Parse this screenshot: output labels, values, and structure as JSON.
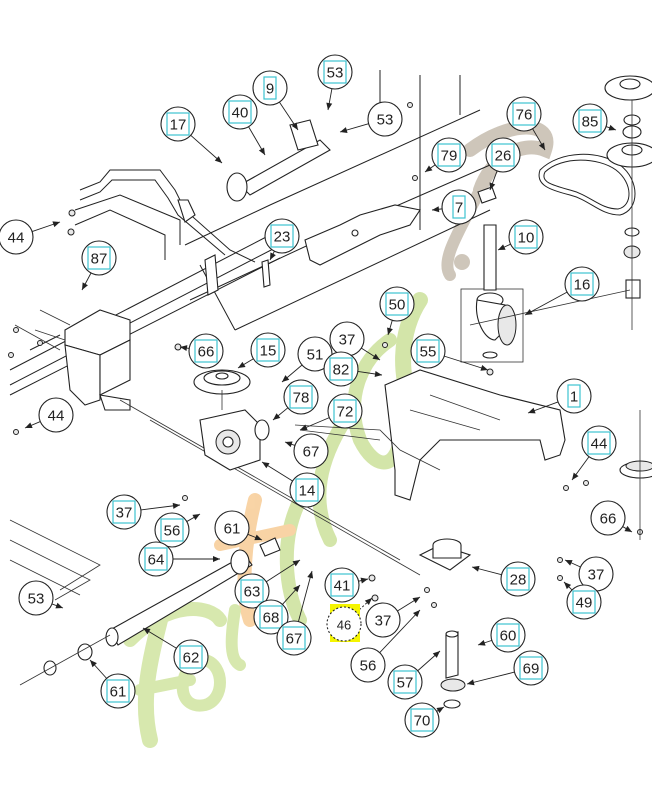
{
  "diagram": {
    "type": "exploded-parts-diagram",
    "subject": "Lawn tractor front axle / steering and deck drive assembly",
    "highlighted_part": "46",
    "colors": {
      "line": "#222222",
      "link_box": "#3cc3d0",
      "highlight": "#f5f500",
      "watermark_green": "#c8e08a",
      "watermark_orange": "#f7c48a",
      "watermark_grey": "#b8aea0"
    },
    "watermark": "forestgarden.com",
    "callouts": [
      {
        "id": "c-53a",
        "label": "53",
        "linked": true
      },
      {
        "id": "c-9",
        "label": "9",
        "linked": true
      },
      {
        "id": "c-40",
        "label": "40",
        "linked": true
      },
      {
        "id": "c-17",
        "label": "17",
        "linked": true
      },
      {
        "id": "c-53b",
        "label": "53",
        "linked": false
      },
      {
        "id": "c-76",
        "label": "76",
        "linked": true
      },
      {
        "id": "c-85",
        "label": "85",
        "linked": true
      },
      {
        "id": "c-79",
        "label": "79",
        "linked": true
      },
      {
        "id": "c-26",
        "label": "26",
        "linked": true
      },
      {
        "id": "c-7",
        "label": "7",
        "linked": true
      },
      {
        "id": "c-44a",
        "label": "44",
        "linked": false
      },
      {
        "id": "c-23",
        "label": "23",
        "linked": true
      },
      {
        "id": "c-10",
        "label": "10",
        "linked": true
      },
      {
        "id": "c-87",
        "label": "87",
        "linked": true
      },
      {
        "id": "c-16",
        "label": "16",
        "linked": true
      },
      {
        "id": "c-50",
        "label": "50",
        "linked": true
      },
      {
        "id": "c-37a",
        "label": "37",
        "linked": false
      },
      {
        "id": "c-66a",
        "label": "66",
        "linked": true
      },
      {
        "id": "c-15",
        "label": "15",
        "linked": true
      },
      {
        "id": "c-51",
        "label": "51",
        "linked": false
      },
      {
        "id": "c-82",
        "label": "82",
        "linked": true
      },
      {
        "id": "c-55",
        "label": "55",
        "linked": true
      },
      {
        "id": "c-44b",
        "label": "44",
        "linked": false
      },
      {
        "id": "c-78",
        "label": "78",
        "linked": true
      },
      {
        "id": "c-72",
        "label": "72",
        "linked": true
      },
      {
        "id": "c-1",
        "label": "1",
        "linked": true
      },
      {
        "id": "c-67a",
        "label": "67",
        "linked": false
      },
      {
        "id": "c-44c",
        "label": "44",
        "linked": true
      },
      {
        "id": "c-14",
        "label": "14",
        "linked": true
      },
      {
        "id": "c-37b",
        "label": "37",
        "linked": true
      },
      {
        "id": "c-56a",
        "label": "56",
        "linked": true
      },
      {
        "id": "c-66b",
        "label": "66",
        "linked": false
      },
      {
        "id": "c-61a",
        "label": "61",
        "linked": false
      },
      {
        "id": "c-64",
        "label": "64",
        "linked": true
      },
      {
        "id": "c-63",
        "label": "63",
        "linked": true
      },
      {
        "id": "c-28",
        "label": "28",
        "linked": true
      },
      {
        "id": "c-37c",
        "label": "37",
        "linked": false
      },
      {
        "id": "c-41",
        "label": "41",
        "linked": true
      },
      {
        "id": "c-53c",
        "label": "53",
        "linked": false
      },
      {
        "id": "c-49",
        "label": "49",
        "linked": true
      },
      {
        "id": "c-68",
        "label": "68",
        "linked": true
      },
      {
        "id": "c-67b",
        "label": "67",
        "linked": true
      },
      {
        "id": "c-46",
        "label": "46",
        "linked": false,
        "highlighted": true
      },
      {
        "id": "c-37d",
        "label": "37",
        "linked": false
      },
      {
        "id": "c-60",
        "label": "60",
        "linked": true
      },
      {
        "id": "c-62",
        "label": "62",
        "linked": true
      },
      {
        "id": "c-56b",
        "label": "56",
        "linked": false
      },
      {
        "id": "c-69",
        "label": "69",
        "linked": true
      },
      {
        "id": "c-57",
        "label": "57",
        "linked": true
      },
      {
        "id": "c-61b",
        "label": "61",
        "linked": true
      },
      {
        "id": "c-70",
        "label": "70",
        "linked": true
      }
    ]
  }
}
